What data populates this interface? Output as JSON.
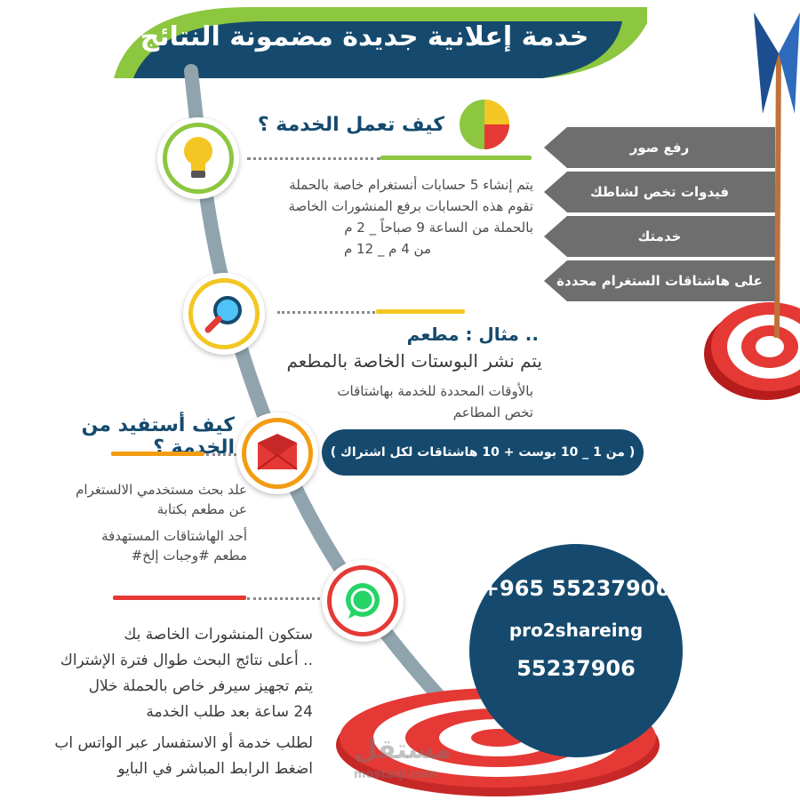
{
  "title": "خدمة إعلانية جديدة مضمونة النتائج",
  "section_how_it_works": {
    "heading": "كيف تعمل الخدمة ؟",
    "lines": [
      "يتم إنشاء 5 حسابات أنستغرام خاصة بالحملة",
      "تقوم هذه الحسابات برفع المنشورات الخاصة",
      "بالحملة  من الساعة 9 صباحاً _ 2 م",
      "من 4 م _ 12 م"
    ]
  },
  "tags": [
    "رفع صور",
    "فيدوات تخص لشاطك",
    "خدمتك",
    "على هاشتاقات الستغرام محددة"
  ],
  "section_example": {
    "heading": ".. مثال : مطعم",
    "subheading": "يتم نشر البوستات الخاصة بالمطعم",
    "lines": [
      "بالأوقات المحددة للخدمة بهاشتاقات",
      "تخص المطاعم"
    ]
  },
  "package_pill": "( من 1 _ 10 بوست + 10 هاشتاقات لكل اشتراك )",
  "section_benefit": {
    "heading": "كيف أستفيد من الخدمة ؟",
    "lines": [
      "علد بحث مستخدمي الالستغرام",
      "عن مطعم بكتابة",
      "أحد الهاشتاقات المستهدفة",
      "مطعم #وجبات إلخ#"
    ]
  },
  "section_results": {
    "lines": [
      "ستكون المنشورات الخاصة بك",
      ".. أعلى نتائج البحث طوال فترة الإشتراك",
      "يتم تجهيز سيرفر خاص بالحملة خلال",
      "24 ساعة بعد طلب الخدمة",
      "لطلب خدمة أو الاستفسار عبر الواتس اب",
      "اضغط الرابط المباشر في البايو"
    ]
  },
  "contact": {
    "phone_intl": "+965 55237906",
    "handle": "pro2shareing",
    "phone_local": "55237906"
  },
  "watermark": {
    "brand": "مستقل",
    "domain": "mostaql.com"
  },
  "colors": {
    "navy": "#154a6e",
    "green": "#8dc63f",
    "yellow": "#f3c623",
    "orange": "#f39c12",
    "red": "#e53935",
    "gray_path": "#90a4ae",
    "tag_gray": "#6e6e6e",
    "whatsapp": "#25d366"
  },
  "icons": [
    "lightbulb-icon",
    "magnifier-icon",
    "envelope-icon",
    "whatsapp-icon",
    "pie-chart-icon",
    "target-icon",
    "arrow-icon"
  ]
}
